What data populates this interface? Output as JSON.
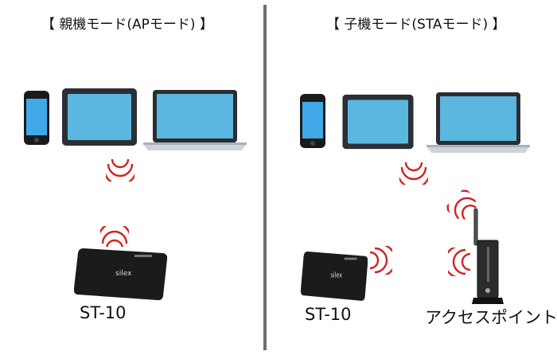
{
  "left_panel": {
    "title": "【 親機モード(APモード) 】",
    "device_label": "ST-10"
  },
  "right_panel": {
    "title": "【 子機モード(STAモード) 】",
    "device_label": "ST-10",
    "access_point_label": "アクセスポイント"
  },
  "device_logo": "silex",
  "colors": {
    "wave": "#d42020",
    "divider": "#6e6e6e",
    "screen": "#5bb7e0"
  }
}
